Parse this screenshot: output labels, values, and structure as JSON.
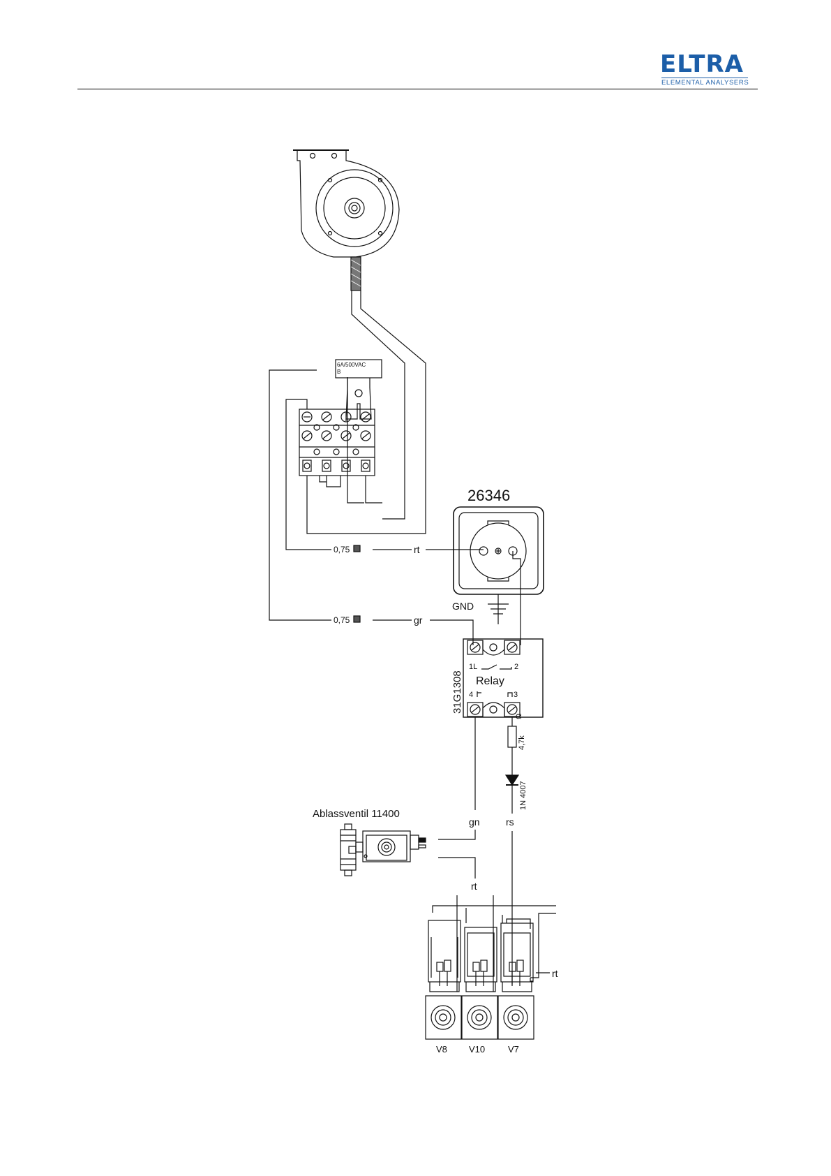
{
  "header": {
    "logo_name": "ELTRA",
    "logo_tagline": "ELEMENTAL ANALYSERS",
    "brand_color": "#1c5ea8"
  },
  "diagram": {
    "fuse_label": "6A/500VAC",
    "fuse_sub": "B",
    "socket_label": "26346",
    "wire_label_1": "0,75",
    "wire_color_1": "rt",
    "wire_label_2": "0,75",
    "wire_color_2": "gr",
    "gnd_label": "GND",
    "relay_part": "31G1308",
    "relay_label": "Relay",
    "relay_pin_1": "1L",
    "relay_pin_2": "2",
    "relay_pin_3": "3",
    "relay_pin_4": "4",
    "resistor_value": "4,7k",
    "diode_label": "1N 4007",
    "valve_label": "Ablassventil 11400",
    "wire_gn": "gn",
    "wire_rs": "rs",
    "wire_rt_valve": "rt",
    "wire_rt_right": "rt",
    "valve_v8": "V8",
    "valve_v10": "V10",
    "valve_v7": "V7"
  }
}
